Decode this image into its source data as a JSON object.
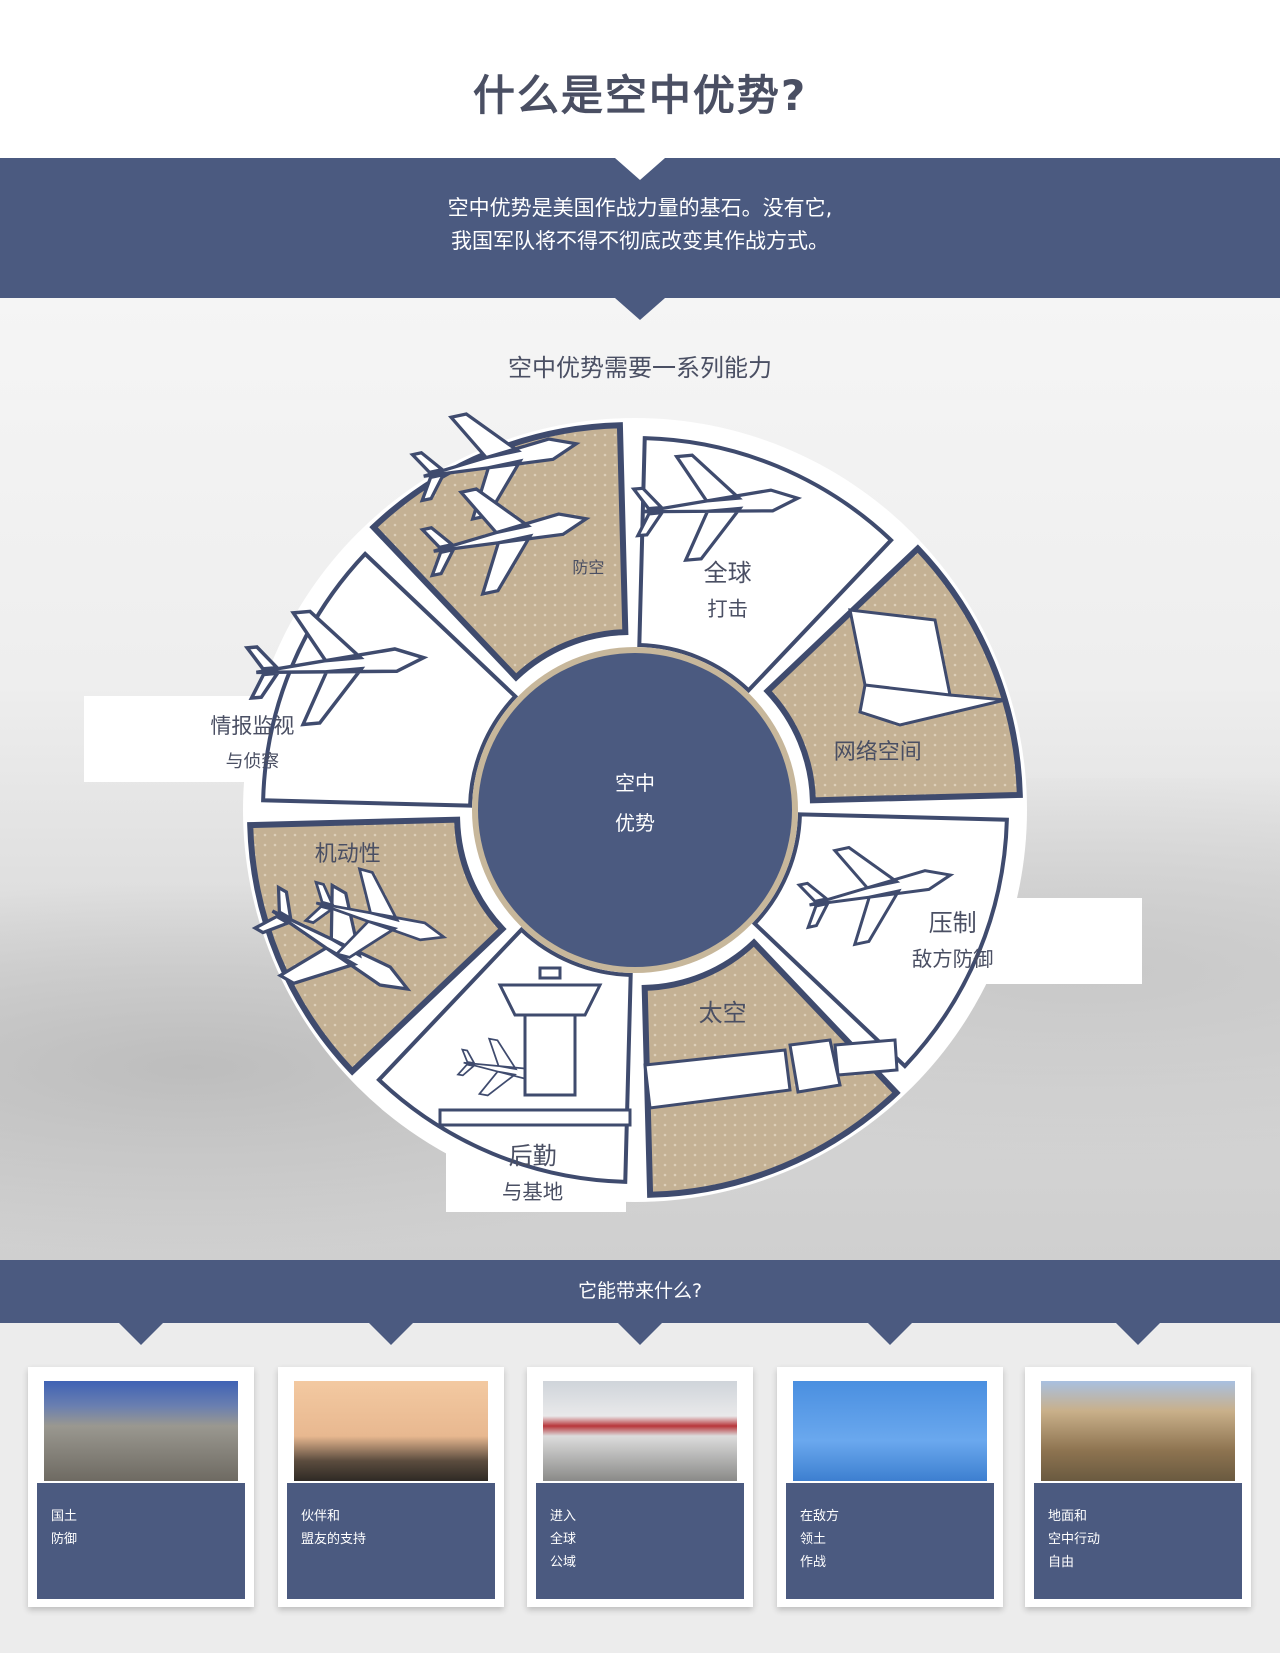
{
  "title": "什么是空中优势?",
  "intro": {
    "line1": "空中优势是美国作战力量的基石。没有它,",
    "line2": "我国军队将不得不彻底改变其作战方式。"
  },
  "subtitle": "空中优势需要一系列能力",
  "center": {
    "line1": "空中",
    "line2": "优势"
  },
  "capabilities": [
    {
      "line1": "防空",
      "line2": "",
      "fill": "tan"
    },
    {
      "line1": "全球",
      "line2": "打击",
      "fill": "white"
    },
    {
      "line1": "网络空间",
      "line2": "",
      "fill": "tan"
    },
    {
      "line1": "压制",
      "line2": "敌方防御",
      "fill": "white"
    },
    {
      "line1": "太空",
      "line2": "",
      "fill": "tan"
    },
    {
      "line1": "后勤",
      "line2": "与基地",
      "fill": "white"
    },
    {
      "line1": "机动性",
      "line2": "",
      "fill": "tan"
    },
    {
      "line1": "情报监视",
      "line2": "与侦察",
      "fill": "white"
    }
  ],
  "benefits_heading": "它能带来什么?",
  "benefits": [
    {
      "lines": [
        "国土",
        "防御"
      ],
      "photo": "mount-rushmore"
    },
    {
      "lines": [
        "伙伴和",
        "盟友的支持"
      ],
      "photo": "awacs-aircraft"
    },
    {
      "lines": [
        "进入",
        "全球",
        "公域"
      ],
      "photo": "airliner"
    },
    {
      "lines": [
        "在敌方",
        "领土",
        "作战"
      ],
      "photo": "cargo-airdrop"
    },
    {
      "lines": [
        "地面和",
        "空中行动",
        "自由"
      ],
      "photo": "soldier-vehicle"
    }
  ],
  "colors": {
    "navy": "#4b5a80",
    "tan": "#c4b194",
    "outline": "#3f4b6e",
    "background": "#ececec"
  }
}
